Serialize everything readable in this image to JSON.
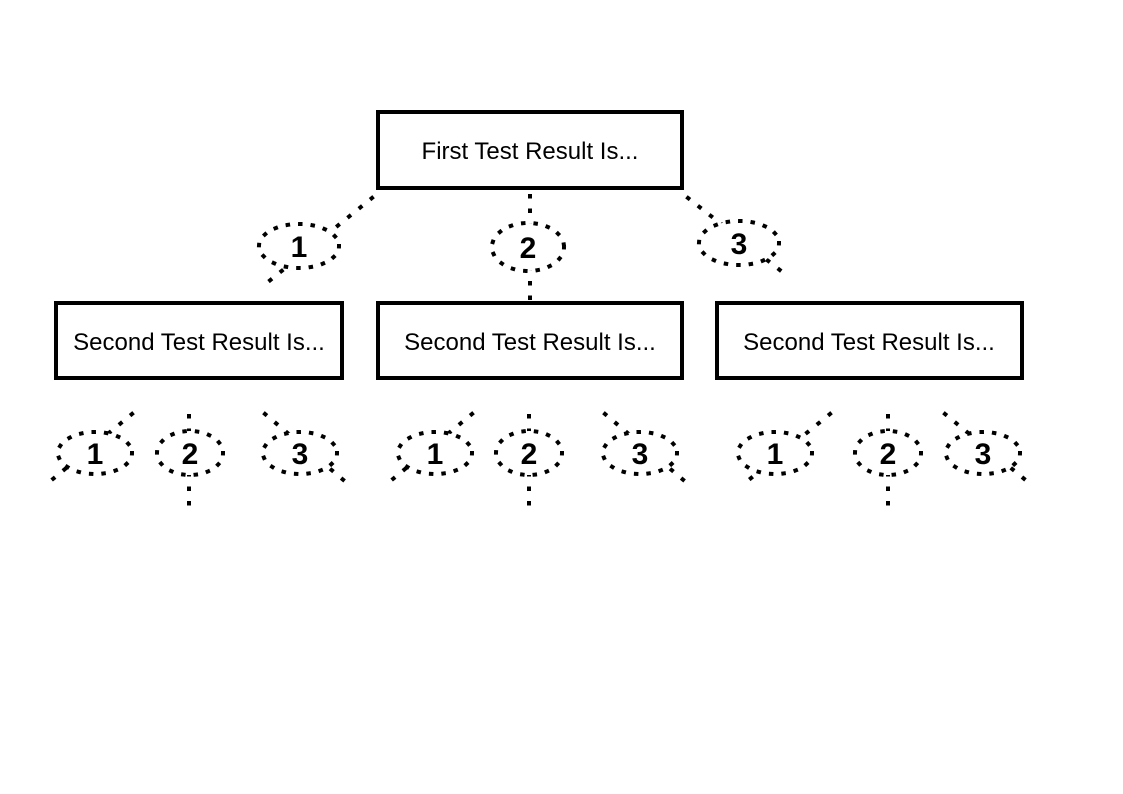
{
  "diagram": {
    "colors": {
      "stroke": "#000000",
      "background": "#ffffff",
      "box_fill": "#ffffff"
    },
    "root": {
      "label": "First Test Result Is...",
      "branches": [
        {
          "label": "1"
        },
        {
          "label": "2"
        },
        {
          "label": "3"
        }
      ]
    },
    "children": [
      {
        "label": "Second Test Result Is...",
        "branches": [
          {
            "label": "1"
          },
          {
            "label": "2"
          },
          {
            "label": "3"
          }
        ]
      },
      {
        "label": "Second Test Result Is...",
        "branches": [
          {
            "label": "1"
          },
          {
            "label": "2"
          },
          {
            "label": "3"
          }
        ]
      },
      {
        "label": "Second Test Result Is...",
        "branches": [
          {
            "label": "1"
          },
          {
            "label": "2"
          },
          {
            "label": "3"
          }
        ]
      }
    ]
  }
}
